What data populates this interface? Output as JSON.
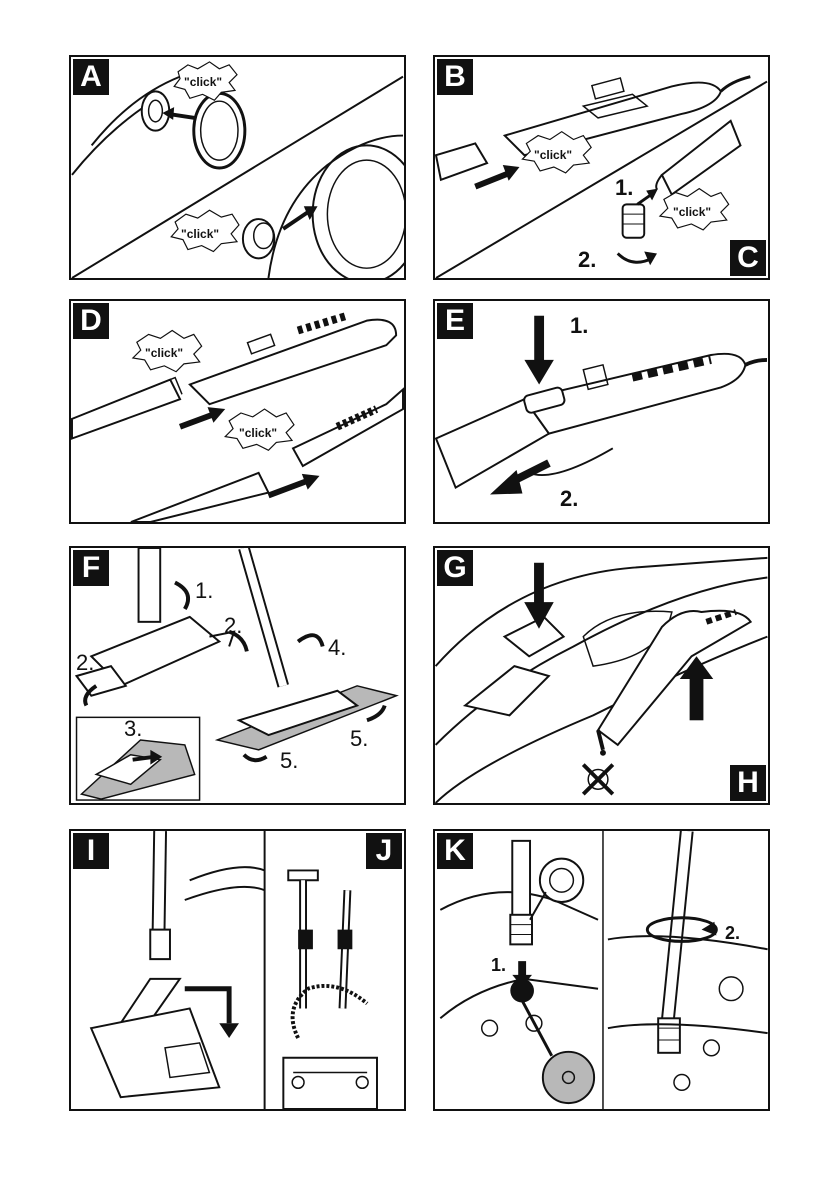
{
  "panels": {
    "A": {
      "letter": "A",
      "clicks": [
        "\"click\"",
        "\"click\""
      ]
    },
    "B": {
      "letter": "B",
      "clicks": [
        "\"click\""
      ]
    },
    "C": {
      "letter": "C",
      "clicks": [
        "\"click\""
      ],
      "steps": [
        "1.",
        "2."
      ]
    },
    "D": {
      "letter": "D",
      "clicks": [
        "\"click\"",
        "\"click\""
      ]
    },
    "E": {
      "letter": "E",
      "steps": [
        "1.",
        "2."
      ]
    },
    "F": {
      "letter": "F",
      "steps": [
        "1.",
        "2.",
        "2.",
        "3.",
        "4.",
        "5.",
        "5."
      ]
    },
    "G": {
      "letter": "G"
    },
    "H": {
      "letter": "H"
    },
    "I": {
      "letter": "I"
    },
    "J": {
      "letter": "J"
    },
    "K": {
      "letter": "K",
      "steps": [
        "1.",
        "2."
      ]
    }
  },
  "colors": {
    "ink": "#111111",
    "pad": "#b8b8b8",
    "paper": "#ffffff"
  }
}
